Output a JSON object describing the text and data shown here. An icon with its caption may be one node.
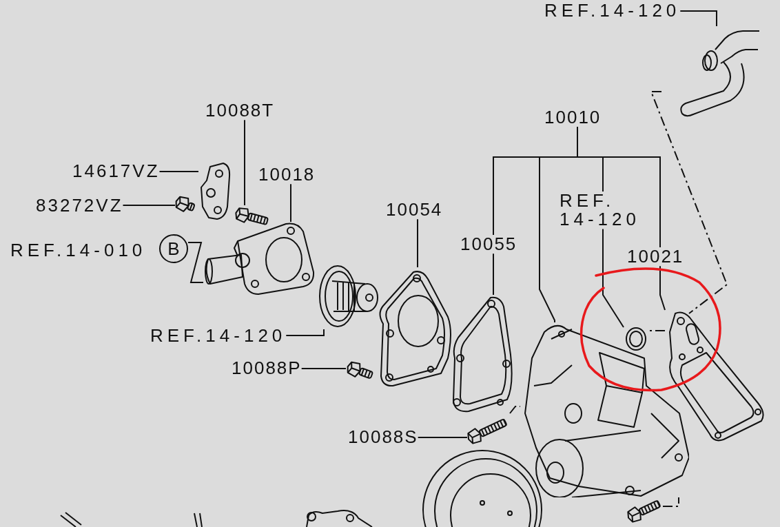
{
  "diagram": {
    "nodes": [
      {
        "text": [
          "REF.14-120"
        ]
      },
      {
        "text": [
          "10088T"
        ]
      },
      {
        "text": [
          "10010"
        ]
      },
      {
        "text": [
          "14617VZ"
        ]
      },
      {
        "text": [
          "10018"
        ]
      },
      {
        "text": [
          "83272VZ"
        ]
      },
      {
        "text": [
          "10054"
        ]
      },
      {
        "text": [
          "REF. 14-120"
        ]
      },
      {
        "text": [
          "B"
        ],
        "beside": [
          "REF.14-010"
        ]
      },
      {
        "text": [
          "10055"
        ]
      },
      {
        "text": [
          "10021"
        ]
      },
      {
        "text": [
          "REF.14-120"
        ]
      },
      {
        "text": [
          "10088P"
        ]
      },
      {
        "text": [
          "10088S"
        ]
      },
      {
        "text": [],
        "shape": "picture"
      },
      {
        "text": [],
        "shape": "picture"
      },
      {
        "text": [],
        "shape": "picture"
      },
      {
        "text": [],
        "shape": "picture"
      },
      {
        "text": [],
        "shape": "picture"
      },
      {
        "text": [],
        "shape": "picture"
      },
      {
        "text": [],
        "shape": "picture"
      },
      {
        "text": [],
        "shape": "picture"
      },
      {
        "text": [],
        "shape": "picture"
      },
      {
        "text": [],
        "shape": "picture"
      },
      {
        "text": [],
        "shape": "picture"
      },
      {
        "text": [],
        "shape": "picture"
      },
      {
        "text": [],
        "shape": "picture"
      },
      {
        "text": [],
        "shape": "picture"
      },
      {
        "text": [],
        "shape": "picture"
      }
    ],
    "edges": [
      {
        "from": 0,
        "to": 14,
        "arrow": "none"
      },
      {
        "from": 1,
        "to": 17,
        "arrow": "none"
      },
      {
        "from": 3,
        "to": 15,
        "arrow": "none"
      },
      {
        "from": 4,
        "to": 18,
        "arrow": "none"
      },
      {
        "from": 5,
        "to": 16,
        "arrow": "none"
      },
      {
        "from": 8,
        "to": 18,
        "arrow": "none"
      },
      {
        "from": 6,
        "to": 20,
        "arrow": "none"
      },
      {
        "from": 2,
        "to": 9,
        "arrow": "none"
      },
      {
        "from": 9,
        "to": 22,
        "arrow": "none"
      },
      {
        "from": 2,
        "to": 23,
        "arrow": "none"
      },
      {
        "from": 2,
        "to": 7,
        "arrow": "none"
      },
      {
        "from": 7,
        "to": 24,
        "arrow": "none"
      },
      {
        "from": 2,
        "to": 10,
        "arrow": "none"
      },
      {
        "from": 10,
        "to": 25,
        "arrow": "none"
      },
      {
        "from": 11,
        "to": 19,
        "arrow": "none"
      },
      {
        "from": 12,
        "to": 21,
        "arrow": "none"
      },
      {
        "from": 13,
        "to": 26,
        "arrow": "none"
      },
      {
        "from": 14,
        "to": 25,
        "arrow": "none",
        "style": "dashed"
      },
      {
        "from": 25,
        "to": 24,
        "arrow": "none",
        "style": "dashed"
      },
      {
        "from": 26,
        "to": 23,
        "arrow": "none",
        "style": "dashed"
      },
      {
        "from": 28,
        "to": 23,
        "arrow": "none",
        "style": "dashed"
      }
    ]
  }
}
